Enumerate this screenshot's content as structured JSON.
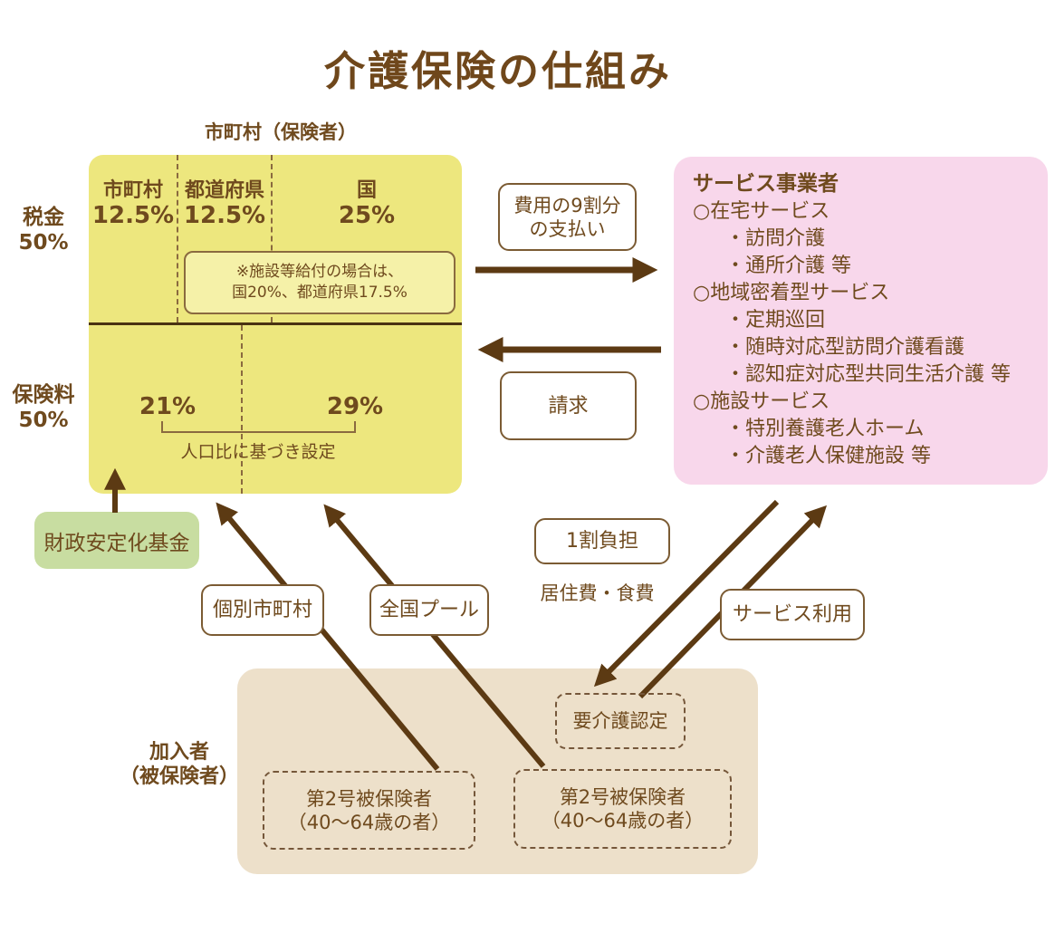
{
  "title": "介護保険の仕組み",
  "colors": {
    "text_brown": "#6F4A1E",
    "arrow_brown": "#5C3A13",
    "funding_yellow": "#EDE77E",
    "provider_pink": "#F8D7EB",
    "fund_green": "#C8DDA1",
    "members_beige": "#EDE0CA",
    "note_yellow": "#F5F1A8"
  },
  "funding": {
    "insurer_label": "市町村（保険者）",
    "tax_side": {
      "line1": "税金",
      "line2": "50%"
    },
    "premium_side": {
      "line1": "保険料",
      "line2": "50%"
    },
    "tax_columns": [
      {
        "name": "市町村",
        "pct": "12.5%"
      },
      {
        "name": "都道府県",
        "pct": "12.5%"
      },
      {
        "name": "国",
        "pct": "25%"
      }
    ],
    "note": {
      "line1": "※施設等給付の場合は、",
      "line2": "国20%、都道府県17.5%"
    },
    "premium_values": {
      "left": "21%",
      "right": "29%"
    },
    "premium_note": "人口比に基づき設定"
  },
  "provider": {
    "title": "サービス事業者",
    "lines": [
      "○在宅サービス",
      "・訪問介護",
      "・通所介護 等",
      "○地域密着型サービス",
      "・定期巡回",
      "・随時対応型訪問介護看護",
      "・認知症対応型共同生活介護 等",
      "○施設サービス",
      "・特別養護老人ホーム",
      "・介護老人保健施設 等"
    ]
  },
  "labels": {
    "payment": {
      "line1": "費用の9割分",
      "line2": "の支払い"
    },
    "billing": "請求",
    "fund": "財政安定化基金",
    "individual_municipality": "個別市町村",
    "national_pool": "全国プール",
    "copayment": "1割負担",
    "living_food": "居住費・食費",
    "service_use": "サービス利用",
    "certification": "要介護認定"
  },
  "members": {
    "label": {
      "line1": "加入者",
      "line2": "（被保険者）"
    },
    "insured": [
      {
        "line1": "第2号被保険者",
        "line2": "（40～64歳の者）"
      },
      {
        "line1": "第2号被保険者",
        "line2": "（40～64歳の者）"
      }
    ]
  }
}
